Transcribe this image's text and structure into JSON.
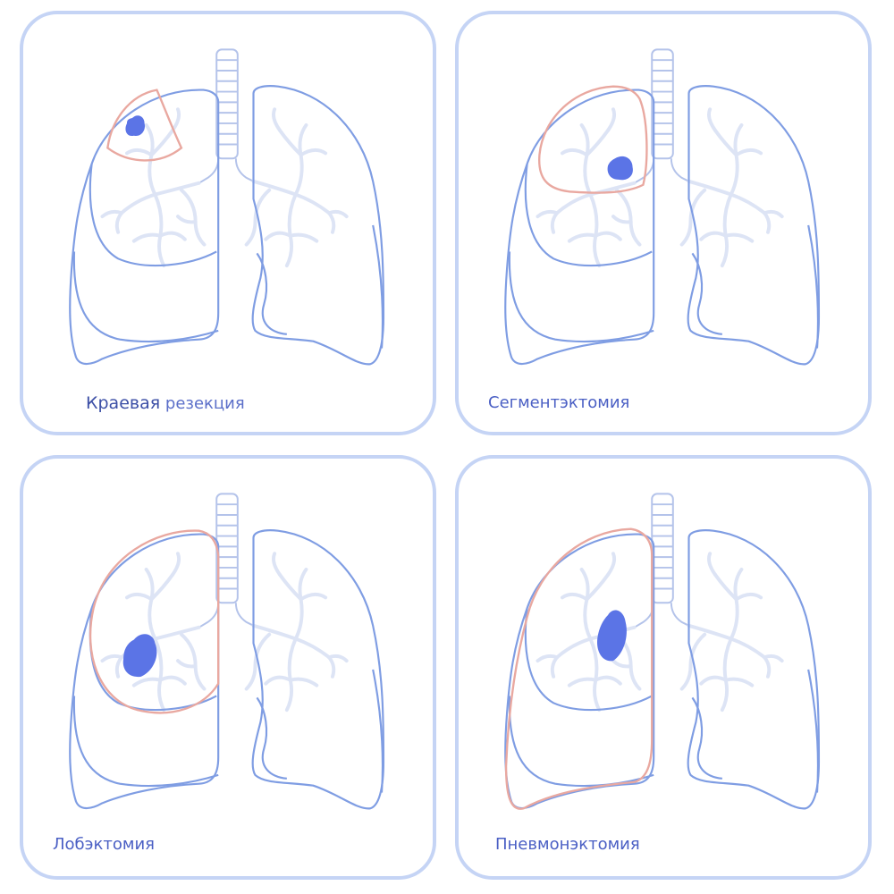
{
  "colors": {
    "panel_border": "#c5d4f5",
    "lung_outline": "#7f9de3",
    "resection_outline": "#e9a8a0",
    "tumor": "#5b74e6",
    "airways": "#dde4f5",
    "trachea": "#b4c3ea",
    "caption_text": "#4a5fc4"
  },
  "panels": [
    {
      "caption_part1": "Краевая",
      "caption_part2": "резекция",
      "highlight": "wedge",
      "tumor_icon": "tumor-icon"
    },
    {
      "caption": "Сегментэктомия",
      "highlight": "segment",
      "tumor_icon": "tumor-icon"
    },
    {
      "caption": "Лобэктомия",
      "highlight": "lobe",
      "tumor_icon": "tumor-icon"
    },
    {
      "caption": "Пневмонэктомия",
      "highlight": "lung",
      "tumor_icon": "tumor-icon"
    }
  ]
}
